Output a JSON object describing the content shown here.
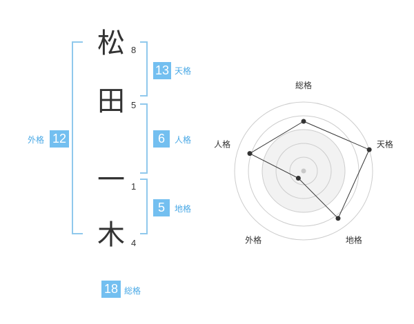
{
  "name": {
    "chars": [
      {
        "char": "松",
        "strokes": "8"
      },
      {
        "char": "田",
        "strokes": "5"
      },
      {
        "char": "一",
        "strokes": "1"
      },
      {
        "char": "木",
        "strokes": "4"
      }
    ]
  },
  "fortunes": {
    "tenkaku": {
      "value": "13",
      "label": "天格"
    },
    "jinkaku": {
      "value": "6",
      "label": "人格"
    },
    "chikaku": {
      "value": "5",
      "label": "地格"
    },
    "gaikaku": {
      "value": "12",
      "label": "外格"
    },
    "soukaku": {
      "value": "18",
      "label": "総格"
    }
  },
  "colors": {
    "accent": "#73bff0",
    "bracket": "#8fc8ec",
    "label": "#4aa9e6",
    "grid_fill": "#f2f2f2",
    "grid_stroke": "#cccccc",
    "polygon_stroke": "#333333"
  },
  "chart_data": {
    "type": "radar",
    "axes": [
      "総格",
      "天格",
      "地格",
      "外格",
      "人格"
    ],
    "values": [
      0.72,
      1.0,
      0.85,
      0.13,
      0.82
    ],
    "range": [
      0,
      1
    ],
    "grid": true,
    "grid_levels": 5,
    "center_marker": true
  }
}
